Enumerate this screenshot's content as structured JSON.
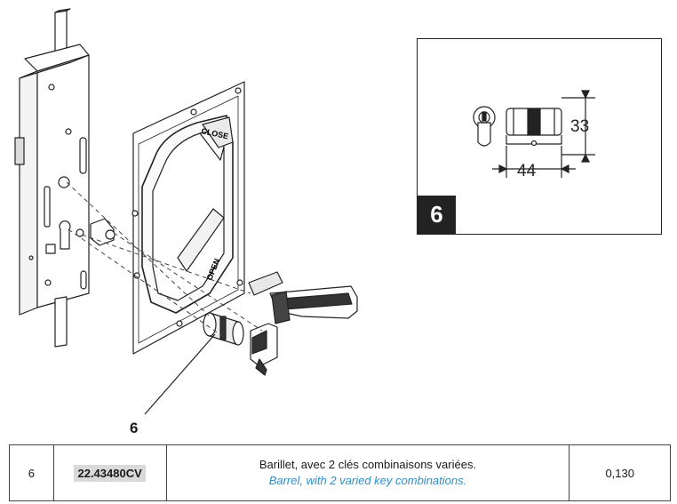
{
  "callout": {
    "number": "6"
  },
  "inset": {
    "badge": "6",
    "dim_height": "33",
    "dim_width": "44"
  },
  "labels": {
    "close": "CLOSE",
    "open": "OPEN"
  },
  "parts_row": {
    "index": "6",
    "reference": "22.43480CV",
    "description_fr": "Barillet, avec 2 clés combinaisons variées.",
    "description_en": "Barrel, with 2 varied key combinations.",
    "weight": "0,130"
  },
  "colors": {
    "line": "#222222",
    "accent_text": "#2e8fc9",
    "ref_bg": "#d9d9d9"
  }
}
